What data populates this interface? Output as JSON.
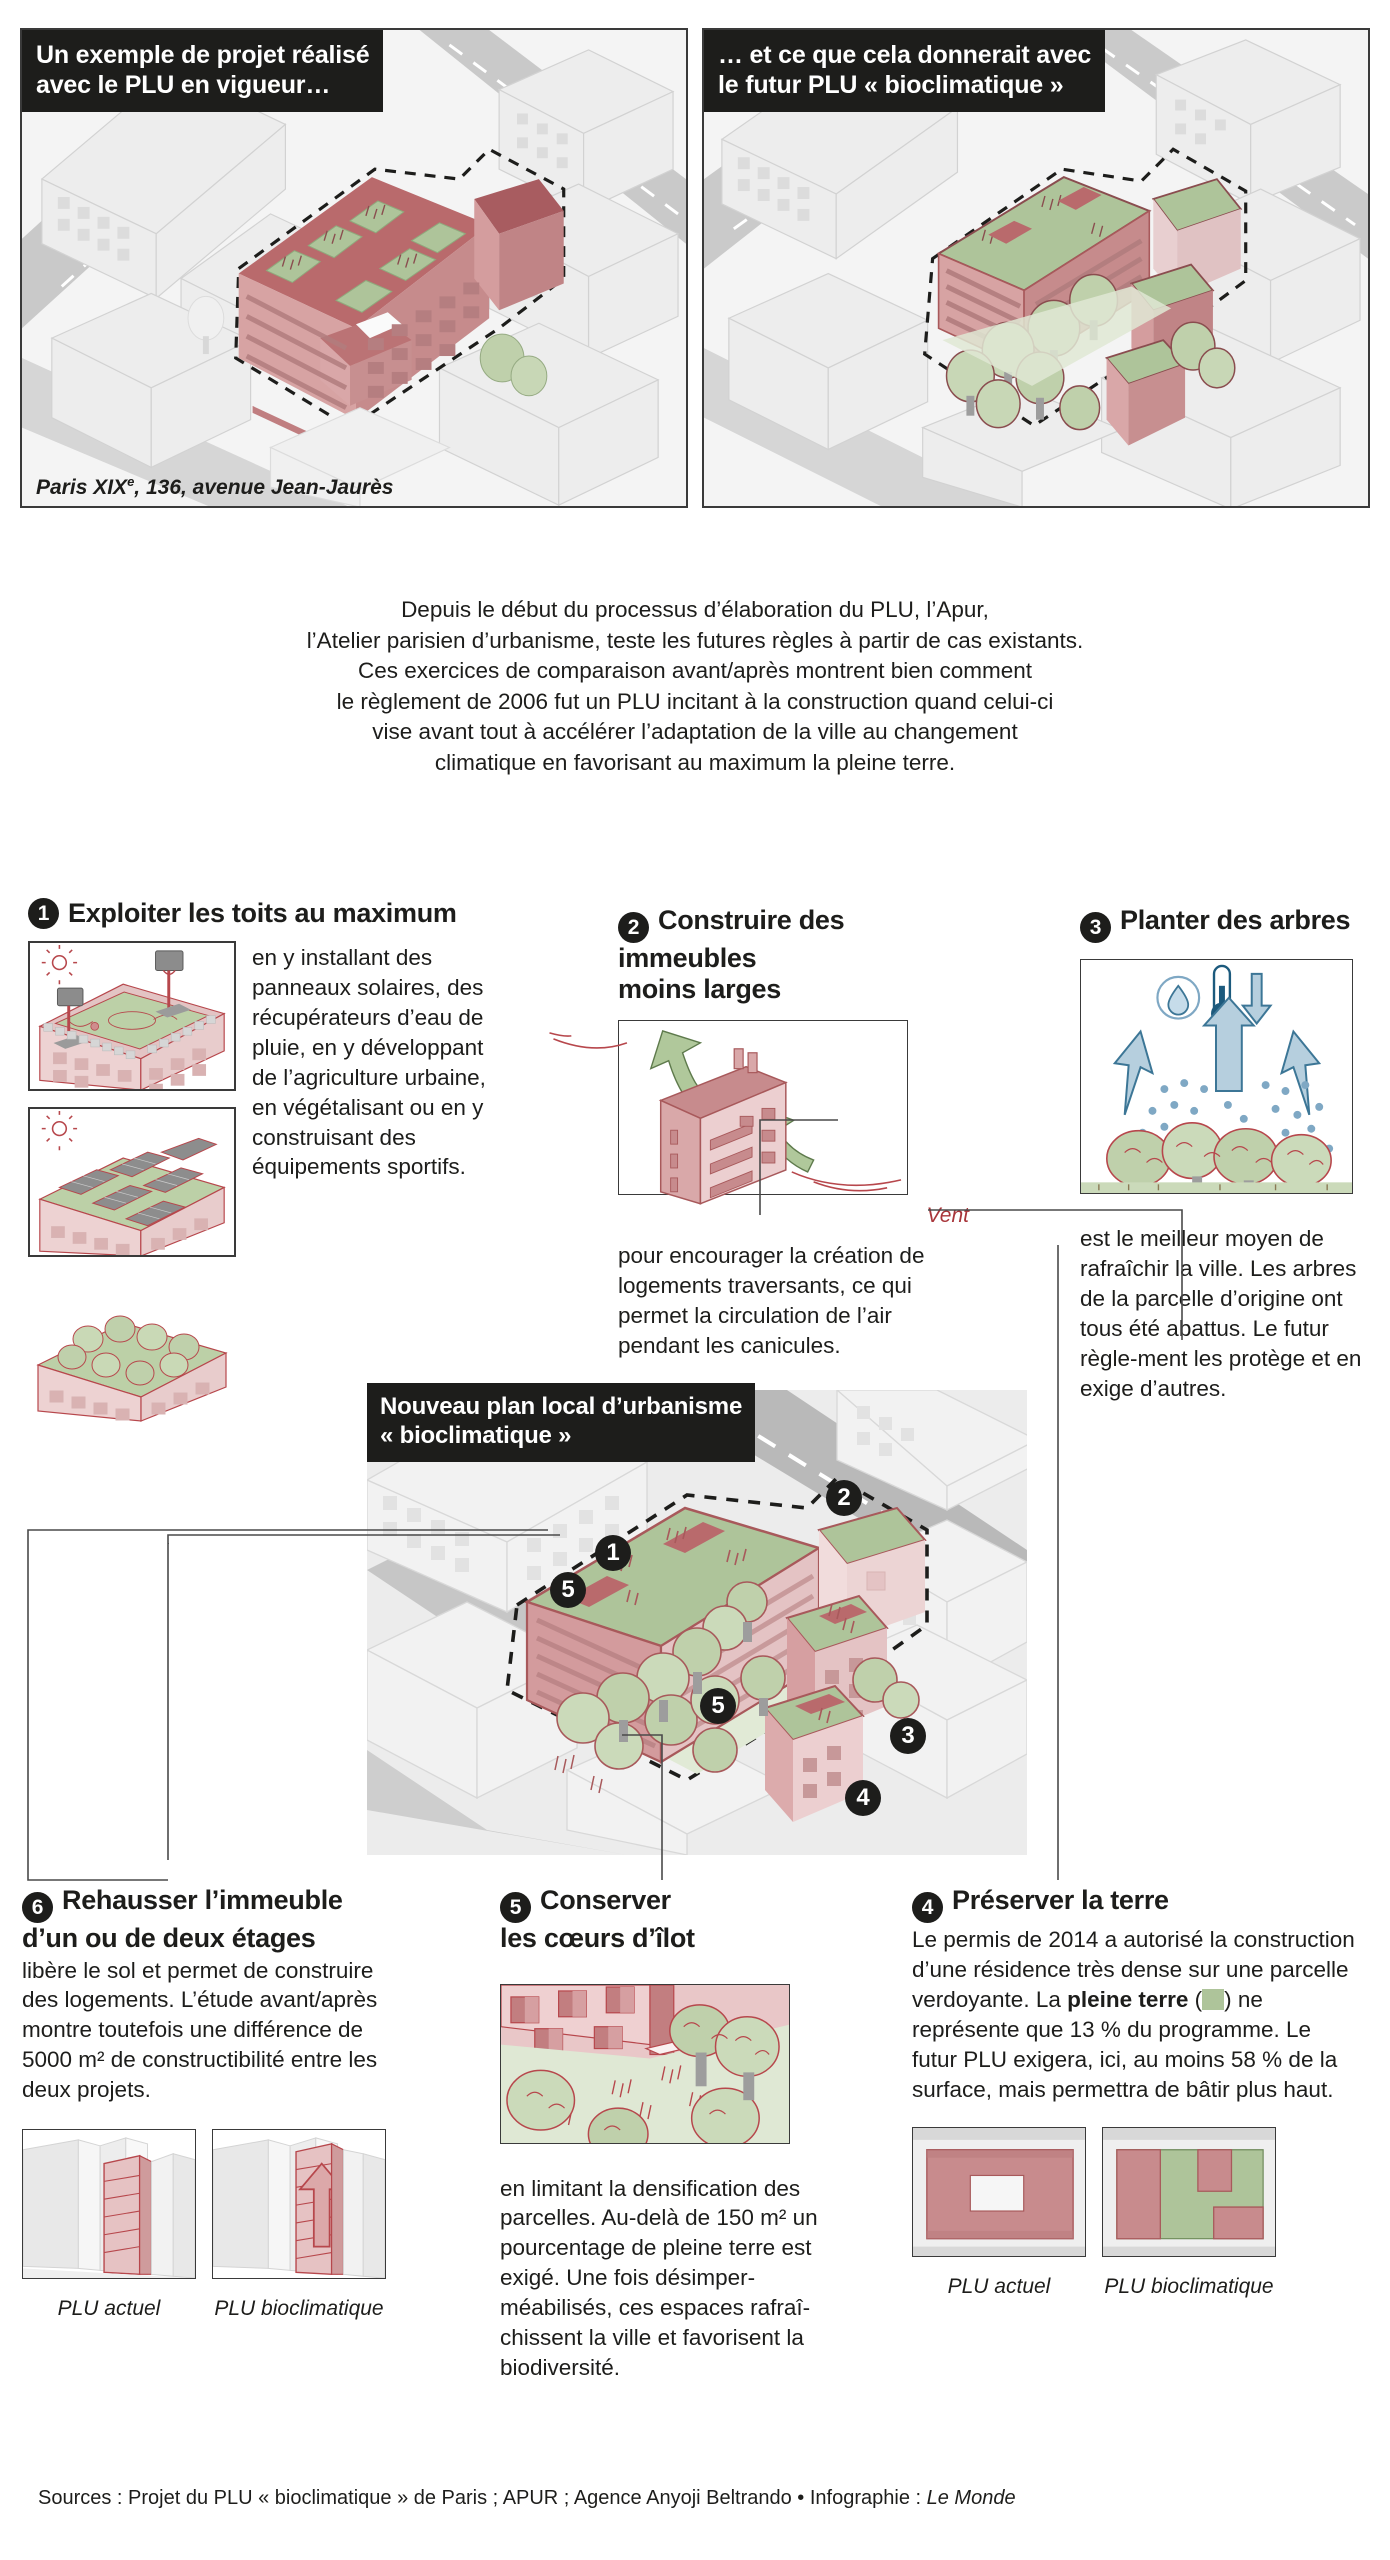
{
  "top_panels": [
    {
      "title": "Un exemple de projet réalisé\navec le PLU en vigueur…",
      "title_line1": "Un exemple de projet réalisé",
      "title_line2": "avec le PLU en vigueur…",
      "caption_pre": "Paris XIX",
      "caption_sup": "e",
      "caption_post": ", 136, avenue Jean-Jaurès"
    },
    {
      "title_line1": "… et ce que cela donnerait avec",
      "title_line2": "le futur PLU « bioclimatique »"
    }
  ],
  "intro": {
    "lines": [
      "Depuis le début du processus d’élaboration du PLU, l’Apur,",
      "l’Atelier parisien d’urbanisme, teste les futures règles à partir de cas existants.",
      "Ces exercices de comparaison avant/après montrent bien comment",
      "le règlement de 2006 fut un PLU incitant à la construction quand celui-ci",
      "vise avant tout à accélérer l’adaptation de la ville au changement",
      "climatique en favorisant au maximum la pleine terre."
    ]
  },
  "centre_map": {
    "title_line1": "Nouveau plan local d’urbanisme",
    "title_line2": "« bioclimatique »",
    "markers": [
      "1",
      "2",
      "3",
      "4",
      "5",
      "5"
    ]
  },
  "sections": {
    "s1": {
      "number": "1",
      "heading": "Exploiter les toits au maximum",
      "text": "en y installant des panneaux solaires, des récupérateurs d’eau de pluie, en y développant de l’agriculture urbaine, en végétalisant ou en y construisant des équipements sportifs."
    },
    "s2": {
      "number": "2",
      "heading_line1": "Construire des immeubles",
      "heading_line2": "moins larges",
      "wind_label": "Vent",
      "text": "pour encourager la création de logements traversants, ce qui permet la circulation de l’air pendant les canicules."
    },
    "s3": {
      "number": "3",
      "heading": "Planter des arbres",
      "text": "est le meilleur moyen de rafraîchir la ville. Les arbres de la parcelle d’origine ont tous été abattus. Le futur règle-ment les protège et en exige d’autres."
    },
    "s4": {
      "number": "4",
      "heading": "Préserver la terre",
      "text_part1": "Le permis de 2014 a autorisé la construction d’une résidence très dense sur une parcelle verdoyante. La ",
      "bold_term": "pleine terre",
      "text_part2": " (",
      "text_part3": ") ne représente que 13 % du programme. Le futur PLU exigera, ici, au moins 58 % de la surface, mais permettra de bâtir plus haut.",
      "caption_left": "PLU actuel",
      "caption_right": "PLU bioclimatique",
      "pleine_terre_pct_current": "13",
      "pleine_terre_pct_future": "58",
      "permit_year": "2014"
    },
    "s5": {
      "number": "5",
      "heading_line1": "Conserver",
      "heading_line2": "les cœurs d’îlot",
      "text": "en limitant la densification des parcelles. Au-delà de 150 m² un pourcentage de pleine terre est exigé. Une fois désimper-méabilisés, ces espaces rafraî-chissent la ville et favorisent la biodiversité.",
      "threshold_m2": "150"
    },
    "s6": {
      "number": "6",
      "heading_line1": "Rehausser l’immeuble",
      "heading_line2": "d’un ou de deux étages",
      "text": "libère le sol et permet de construire des logements. L’étude avant/après montre toutefois une différence de 5000 m² de constructibilité entre les deux projets.",
      "difference_m2": "5000",
      "caption_left": "PLU actuel",
      "caption_right": "PLU bioclimatique"
    }
  },
  "sources": {
    "prefix": "Sources : Projet du PLU « bioclimatique » de Paris ; APUR ; Agence Anyoji Beltrando • Infographie : ",
    "publisher": "Le Monde"
  },
  "colors": {
    "ink": "#1d1d1b",
    "brick": "#c08a8a",
    "brick_dark": "#a8353a",
    "green": "#aec49a",
    "green_light": "#dfe8d4",
    "grey_city": "#e6e6e6",
    "blue": "#7fa8c4"
  }
}
